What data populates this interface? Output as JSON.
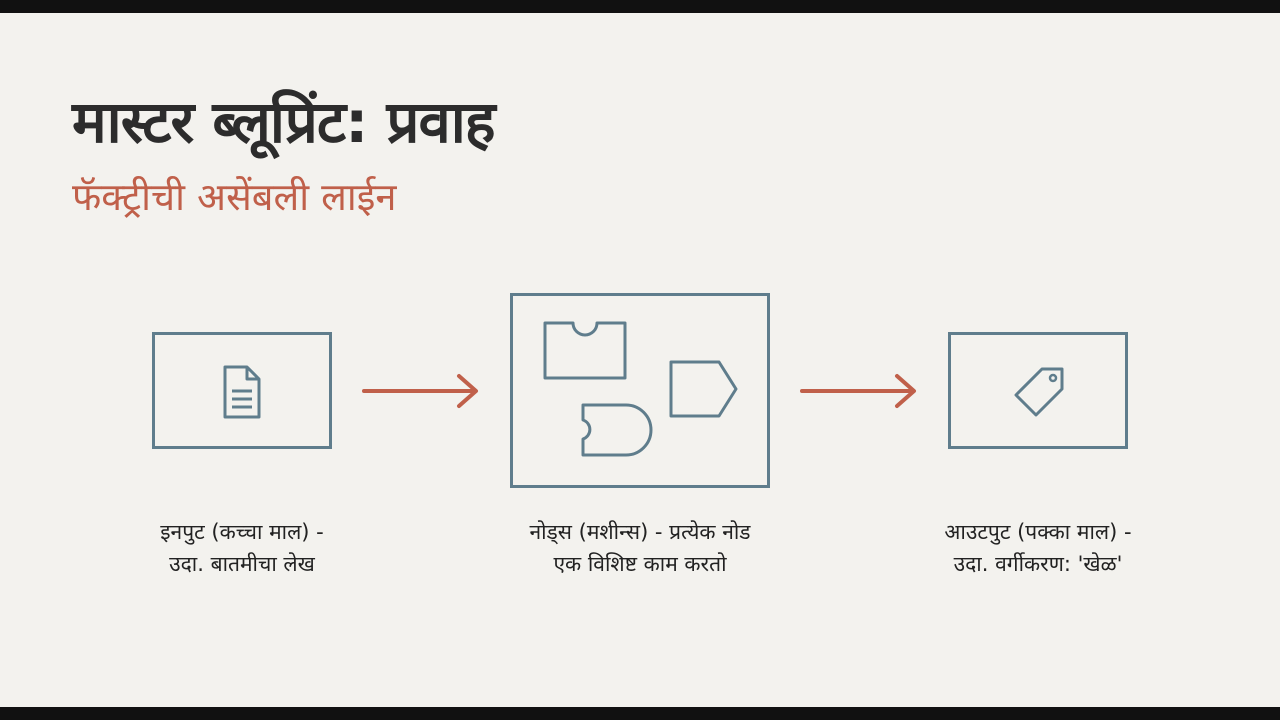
{
  "slide": {
    "title": "मास्टर ब्लूप्रिंट: प्रवाह",
    "subtitle": "फॅक्ट्रीची असेंबली लाईन"
  },
  "flow": {
    "input": {
      "icon": "document-icon",
      "caption_line1": "इनपुट (कच्चा माल) -",
      "caption_line2": "उदा. बातमीचा लेख"
    },
    "nodes": {
      "icon": "puzzle-shapes-icon",
      "caption_line1": "नोड्स (मशीन्स) - प्रत्येक नोड",
      "caption_line2": "एक विशिष्ट काम करतो"
    },
    "output": {
      "icon": "tag-icon",
      "caption_line1": "आउटपुट (पक्का माल) -",
      "caption_line2": "उदा. वर्गीकरण: 'खेळ'"
    }
  },
  "colors": {
    "background": "#f3f2ee",
    "title": "#2c2c2c",
    "accent": "#c0604a",
    "box_stroke": "#5f7d8c"
  }
}
